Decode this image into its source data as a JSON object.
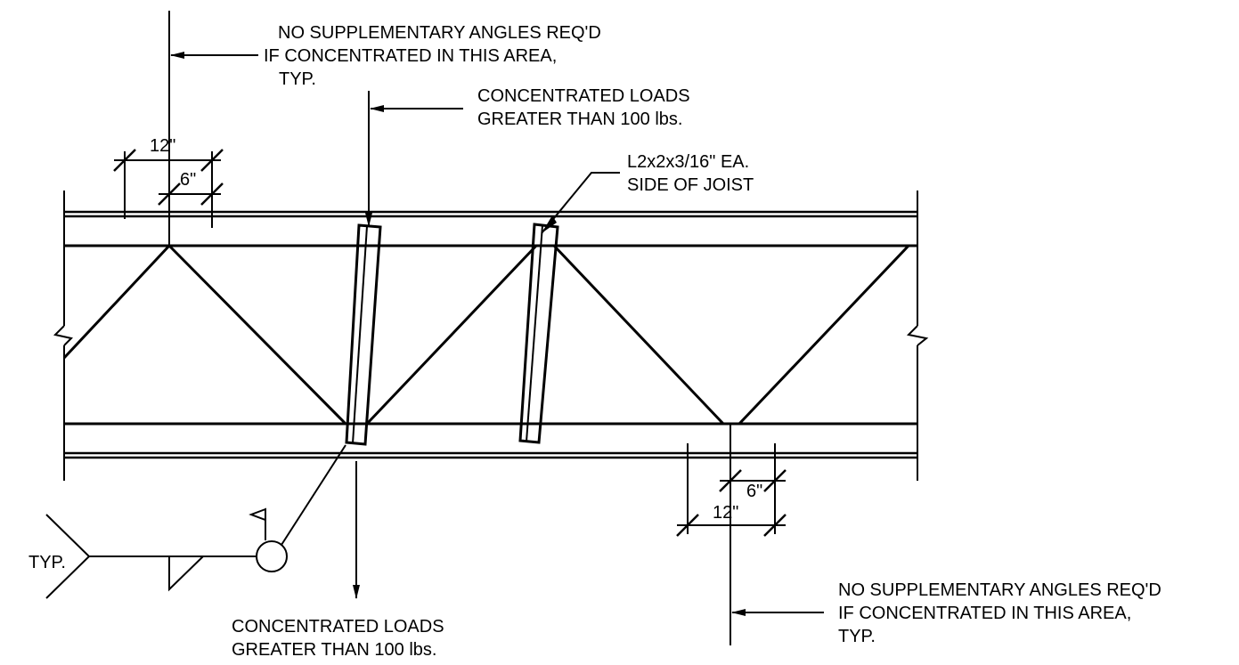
{
  "notes": {
    "no_supp_top": [
      "NO SUPPLEMENTARY ANGLES REQ'D",
      "IF CONCENTRATED IN THIS AREA,",
      "TYP."
    ],
    "conc_load_top": [
      "CONCENTRATED LOADS",
      "GREATER THAN 100 lbs."
    ],
    "angle_callout": [
      "L2x2x3/16\" EA.",
      "SIDE OF JOIST"
    ],
    "conc_load_bottom": [
      "CONCENTRATED LOADS",
      "GREATER THAN 100 lbs."
    ],
    "no_supp_bottom": [
      "NO SUPPLEMENTARY ANGLES REQ'D",
      "IF CONCENTRATED IN THIS AREA,",
      "TYP."
    ],
    "weld_typ": "TYP."
  },
  "dimensions": {
    "top_outer": "12\"",
    "top_inner": "6\"",
    "bottom_inner": "6\"",
    "bottom_outer": "12\""
  }
}
